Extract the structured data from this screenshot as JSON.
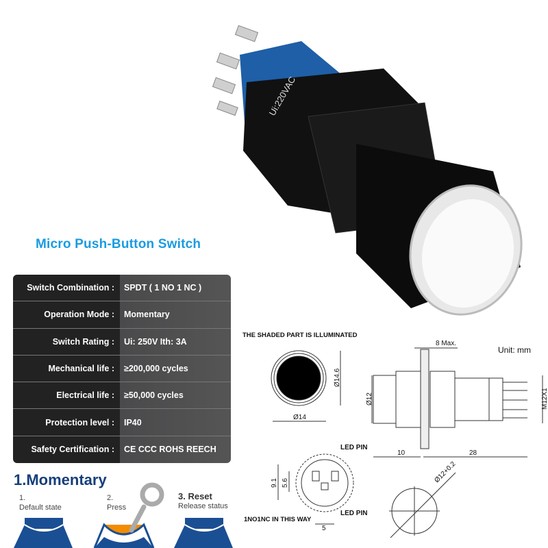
{
  "title": "Micro Push-Button Switch",
  "product_print": "Ui:220VAC",
  "specs": [
    {
      "label": "Switch Combination :",
      "value": "SPDT ( 1 NO 1 NC )"
    },
    {
      "label": "Operation Mode :",
      "value": "Momentary"
    },
    {
      "label": "Switch Rating :",
      "value": "Ui: 250V  Ith: 3A"
    },
    {
      "label": "Mechanical life :",
      "value": "≥200,000 cycles"
    },
    {
      "label": "Electrical life :",
      "value": "≥50,000 cycles"
    },
    {
      "label": "Protection level :",
      "value": "IP40"
    },
    {
      "label": "Safety Certification :",
      "value": "CE  CCC ROHS REECH"
    }
  ],
  "momentary": {
    "heading": "1.Momentary",
    "steps": [
      {
        "num": "1.",
        "label": "Default state"
      },
      {
        "num": "2.",
        "label": "Press"
      },
      {
        "num": "3. Reset",
        "label": "Release status"
      }
    ]
  },
  "drawing": {
    "shaded_note": "THE SHADED PART IS ILLUMINATED",
    "unit": "Unit: mm",
    "d146": "Ø14.6",
    "d14": "Ø14",
    "d12": "Ø12",
    "m12": "M12X1",
    "max8": "8 Max.",
    "len10": "10",
    "len28": "28",
    "led_pin_top": "LED PIN",
    "led_pin_bottom": "LED PIN",
    "d91": "9.1",
    "d56": "5.6",
    "d5": "5",
    "wiring": "1NO1NC IN THIS WAY",
    "hole": "Ø12+0.2"
  },
  "colors": {
    "accent": "#1a9be0",
    "navy": "#163f7a",
    "press": "#f28c00"
  }
}
